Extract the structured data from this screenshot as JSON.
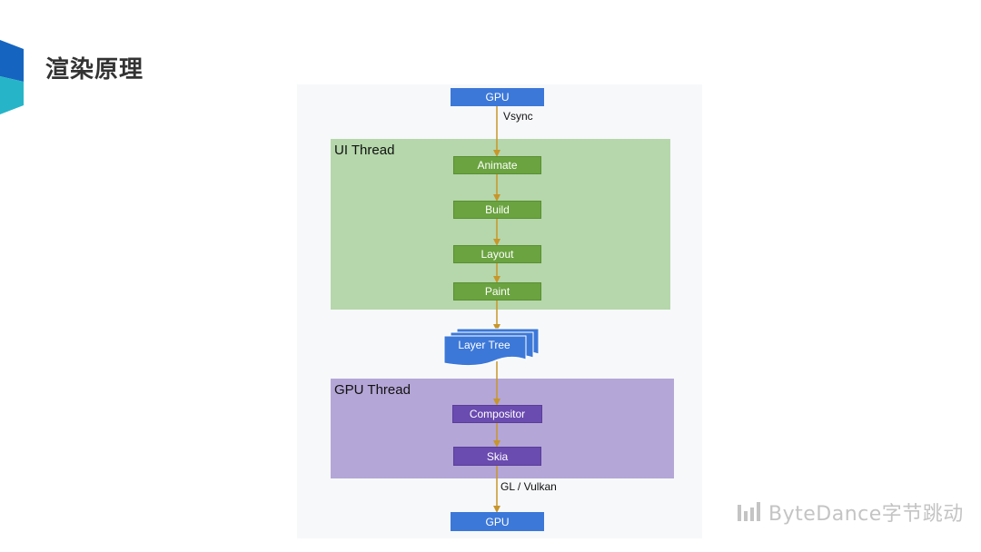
{
  "slide": {
    "title": "渲染原理"
  },
  "diagram": {
    "gpu_top": "GPU",
    "vsync_label": "Vsync",
    "ui_thread": {
      "label": "UI Thread",
      "steps": [
        "Animate",
        "Build",
        "Layout",
        "Paint"
      ]
    },
    "layer_tree": "Layer Tree",
    "gpu_thread": {
      "label": "GPU Thread",
      "steps": [
        "Compositor",
        "Skia"
      ]
    },
    "gl_label": "GL / Vulkan",
    "gpu_bottom": "GPU"
  },
  "watermark": {
    "text": "ByteDance字节跳动",
    "icon": "bytedance-logo-icon"
  },
  "colors": {
    "blue": "#3c78d8",
    "green_region": "#b5d7ab",
    "green_node": "#6aa33f",
    "purple_region": "#b4a6d6",
    "purple_node": "#6a4bb0",
    "arrow": "#c8962a"
  }
}
